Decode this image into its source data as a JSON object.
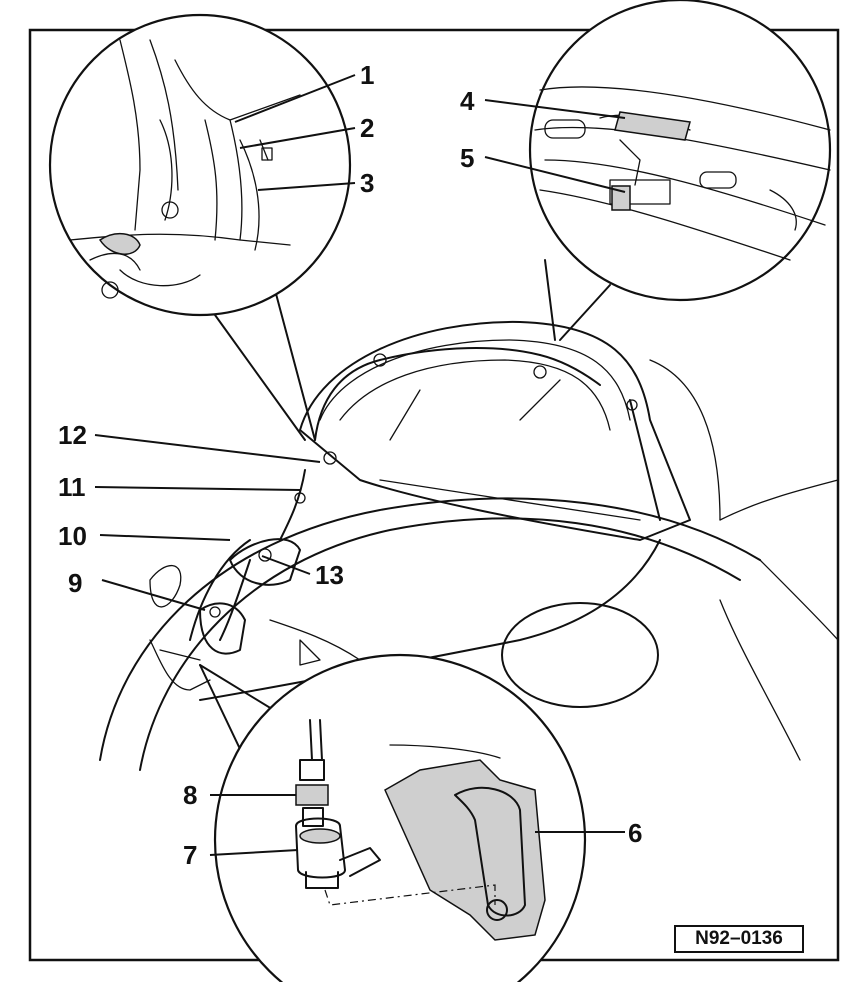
{
  "figure": {
    "reference_code": "N92–0136"
  },
  "callouts": [
    {
      "id": "1",
      "label": "1"
    },
    {
      "id": "2",
      "label": "2"
    },
    {
      "id": "3",
      "label": "3"
    },
    {
      "id": "4",
      "label": "4"
    },
    {
      "id": "5",
      "label": "5"
    },
    {
      "id": "6",
      "label": "6"
    },
    {
      "id": "7",
      "label": "7"
    },
    {
      "id": "8",
      "label": "8"
    },
    {
      "id": "9",
      "label": "9"
    },
    {
      "id": "10",
      "label": "10"
    },
    {
      "id": "11",
      "label": "11"
    },
    {
      "id": "12",
      "label": "12"
    },
    {
      "id": "13",
      "label": "13"
    }
  ]
}
